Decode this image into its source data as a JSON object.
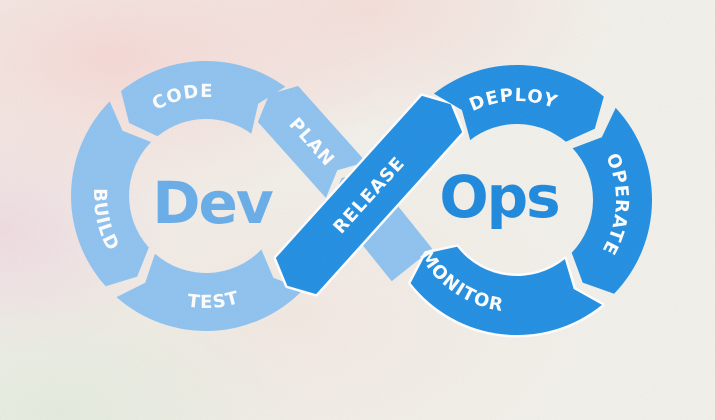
{
  "diagram": {
    "dev_label": "Dev",
    "ops_label": "Ops",
    "segments": [
      {
        "id": "plan",
        "label": "PLAN",
        "loop": "dev"
      },
      {
        "id": "code",
        "label": "CODE",
        "loop": "dev"
      },
      {
        "id": "build",
        "label": "BUILD",
        "loop": "dev"
      },
      {
        "id": "test",
        "label": "TEST",
        "loop": "dev"
      },
      {
        "id": "release",
        "label": "RELEASE",
        "loop": "ops"
      },
      {
        "id": "deploy",
        "label": "DEPLOY",
        "loop": "ops"
      },
      {
        "id": "operate",
        "label": "OPERATE",
        "loop": "ops"
      },
      {
        "id": "monitor",
        "label": "MONITOR",
        "loop": "ops"
      }
    ],
    "colors": {
      "dev_loop": "#8DC2F0",
      "dev_text": "#66ACE9",
      "ops_loop": "#1E8DE2",
      "ops_text": "#1A87DD",
      "label_text": "#FFFFFF",
      "bg_pink": "#F6D7D4",
      "bg_green": "#E3ECDD",
      "bg_base": "#F3F1EB"
    }
  }
}
